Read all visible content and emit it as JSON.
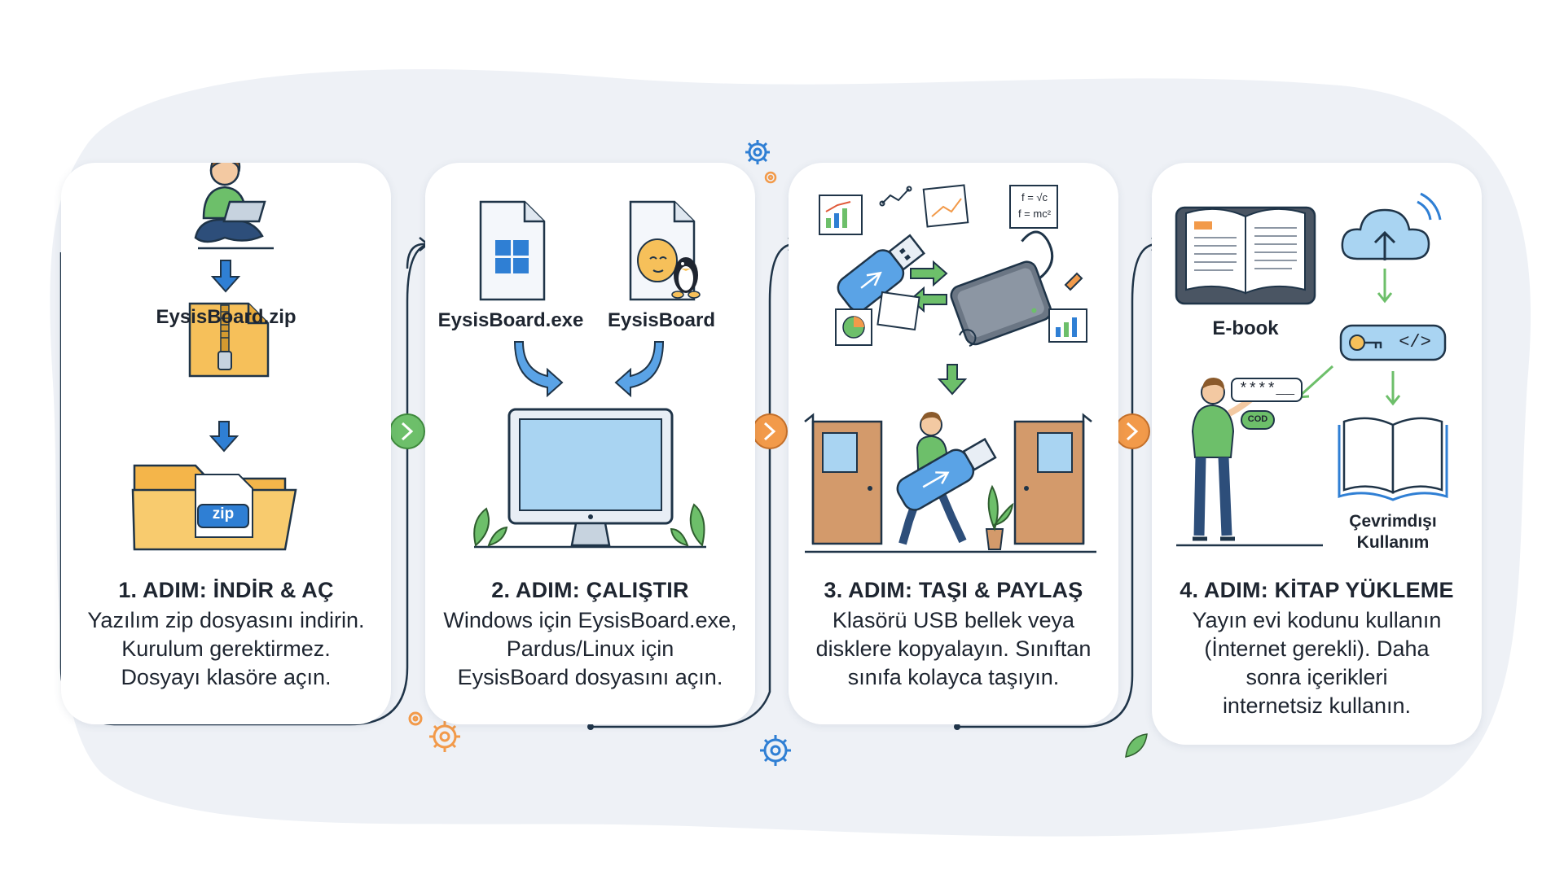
{
  "steps": [
    {
      "title": "1. ADIM: İNDİR & AÇ",
      "lines": [
        "Yazılım zip dosyasını indirin.",
        "Kurulum gerektirmez.",
        "Dosyayı klasöre açın."
      ],
      "labels": {
        "zip_file": "EysisBoard.zip",
        "zip_badge": "zip"
      }
    },
    {
      "title": "2. ADIM: ÇALIŞTIR",
      "lines": [
        "Windows için EysisBoard.exe,",
        "Pardus/Linux için",
        "EysisBoard dosyasını açın."
      ],
      "labels": {
        "exe_file": "EysisBoard.exe",
        "linux_file": "EysisBoard"
      }
    },
    {
      "title": "3. ADIM: TAŞI & PAYLAŞ",
      "lines": [
        "Klasörü USB bellek veya",
        "disklere kopyalayın. Sınıftan",
        "sınıfa kolayca taşıyın."
      ],
      "labels": {
        "formula1": "f = √c",
        "formula2": "f = mc²"
      }
    },
    {
      "title": "4. ADIM: KİTAP YÜKLEME",
      "lines": [
        "Yayın evi kodunu kullanın",
        "(İnternet gerekli). Daha",
        "sonra içerikleri",
        "internetsiz kullanın."
      ],
      "labels": {
        "ebook": "E-book",
        "offline_1": "Çevrimdışı",
        "offline_2": "Kullanım",
        "code_mask": "****__",
        "code_tag": "</>",
        "code_chip": "COD"
      }
    }
  ],
  "colors": {
    "green_node": "#6dbf6a",
    "orange_node": "#f29a4a",
    "blue_accent": "#2f7fd4",
    "folder": "#f6c05a",
    "background_blob": "#eef1f6"
  }
}
